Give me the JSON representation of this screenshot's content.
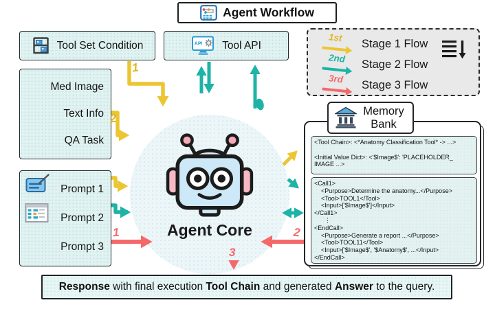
{
  "title": {
    "label": "Agent Workflow"
  },
  "tool_set_condition": {
    "label": "Tool Set Condition"
  },
  "tool_api": {
    "label": "Tool API",
    "screen_text": "API"
  },
  "legend": {
    "rows": [
      {
        "ordinal": "1st",
        "label": "Stage 1 Flow"
      },
      {
        "ordinal": "2nd",
        "label": "Stage 2 Flow"
      },
      {
        "ordinal": "3rd",
        "label": "Stage 3 Flow"
      }
    ]
  },
  "inputs": {
    "items": [
      "Med Image",
      "Text Info",
      "QA Task"
    ]
  },
  "prompts": {
    "items": [
      "Prompt 1",
      "Prompt 2",
      "Prompt 3"
    ]
  },
  "agent_core": {
    "label": "Agent Core"
  },
  "memory_bank": {
    "title": "Memory Bank",
    "state_lines": [
      "<Tool Chain>: <*Anatomy Classification Tool* -> ...>",
      "",
      "<Initial Value Dict>: <'$Image$': 'PLACEHOLDER_",
      "IMAGE ...>"
    ],
    "call_lines": [
      "<Call1>",
      "    <Purpose>Determine the anatomy...</Purpose>",
      "    <Tool>TOOL1</Tool>",
      "    <Input>['$Image$']</Input>",
      "</Call1>",
      "      ⋮",
      "<EndCall>",
      "    <Purpose>Generate a report ...</Purpose>",
      "    <Tool>TOOL11</Tool>",
      "    <Input>['$Image$', '$Anatomy$', ...</Input>",
      "</EndCall>"
    ]
  },
  "step_labels": {
    "yellow_step1": "1",
    "yellow_step2": "2",
    "red_step1": "1",
    "red_step2": "2",
    "red_step3": "3"
  },
  "response": {
    "parts": [
      "Response",
      " with final execution ",
      "Tool Chain",
      " and generated ",
      "Answer",
      " to the query."
    ]
  },
  "colors": {
    "stage1_yellow": "#ECC532",
    "stage2_teal": "#1DB3A6",
    "stage3_red": "#F5686A",
    "panel_cyan": "#E0F2F1",
    "legend_gray": "#E9E9E9",
    "robot_blue": "#CDE8F7",
    "robot_pink": "#F6B9C4"
  }
}
